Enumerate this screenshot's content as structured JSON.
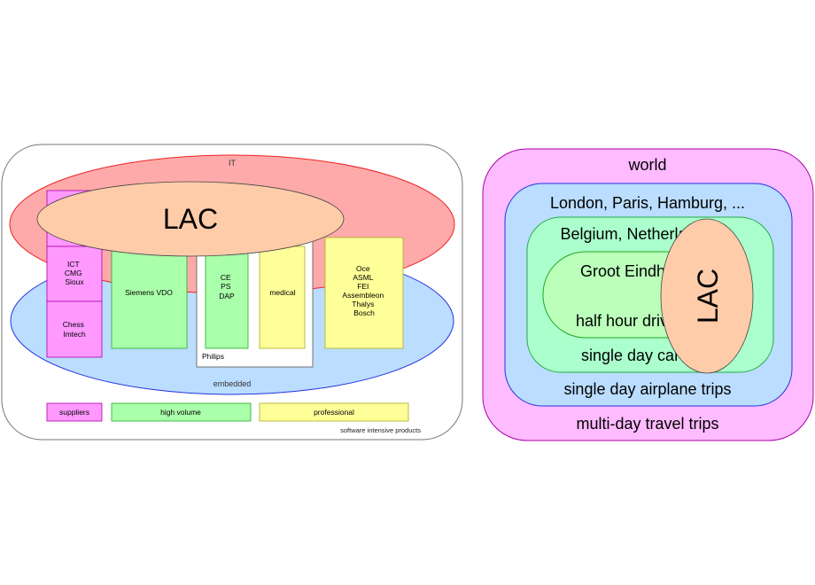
{
  "left_diagram": {
    "it_label": "IT",
    "embedded_label": "embedded",
    "lac_label": "LAC",
    "supplier_lines": [
      "ICT",
      "CMG",
      "Sioux"
    ],
    "supplier_lines_2": [
      "Chess",
      "Imtech"
    ],
    "siemens_label": "Siemens VDO",
    "philips_label": "Philips",
    "philips_lines": [
      "CE",
      "PS",
      "",
      "DAP"
    ],
    "medical_label": "medical",
    "professional_lines": [
      "Oce",
      "ASML",
      "FEI",
      "Assembleon",
      "Thalys",
      "Bosch"
    ],
    "legend": {
      "suppliers": "suppliers",
      "high_volume": "high volume",
      "professional": "professional"
    },
    "caption": "software intensive products"
  },
  "right_diagram": {
    "world": "world",
    "cities": "London, Paris, Hamburg, ...",
    "countries": "Belgium, Netherlands, ...",
    "groot": "Groot Eindhoven",
    "half_hour": "half hour drive",
    "single_day_car": "single day car trips",
    "single_day_airplane": "single day airplane trips",
    "multi_day": "multi-day travel trips",
    "lac_label": "LAC"
  },
  "colors": {
    "it_fill": "#ffaaaa",
    "it_stroke": "#ee2222",
    "embedded_fill": "#bbddff",
    "embedded_stroke": "#2233dd",
    "lac_fill": "#ffccaa",
    "supplier_fill": "#ff99ff",
    "highvolume_fill": "#aaffaa",
    "professional_fill": "#ffff99",
    "world_fill": "#ffbbff",
    "cities_fill": "#bbddff",
    "countries_fill": "#aaffcc",
    "groot_fill": "#bbffbb"
  }
}
